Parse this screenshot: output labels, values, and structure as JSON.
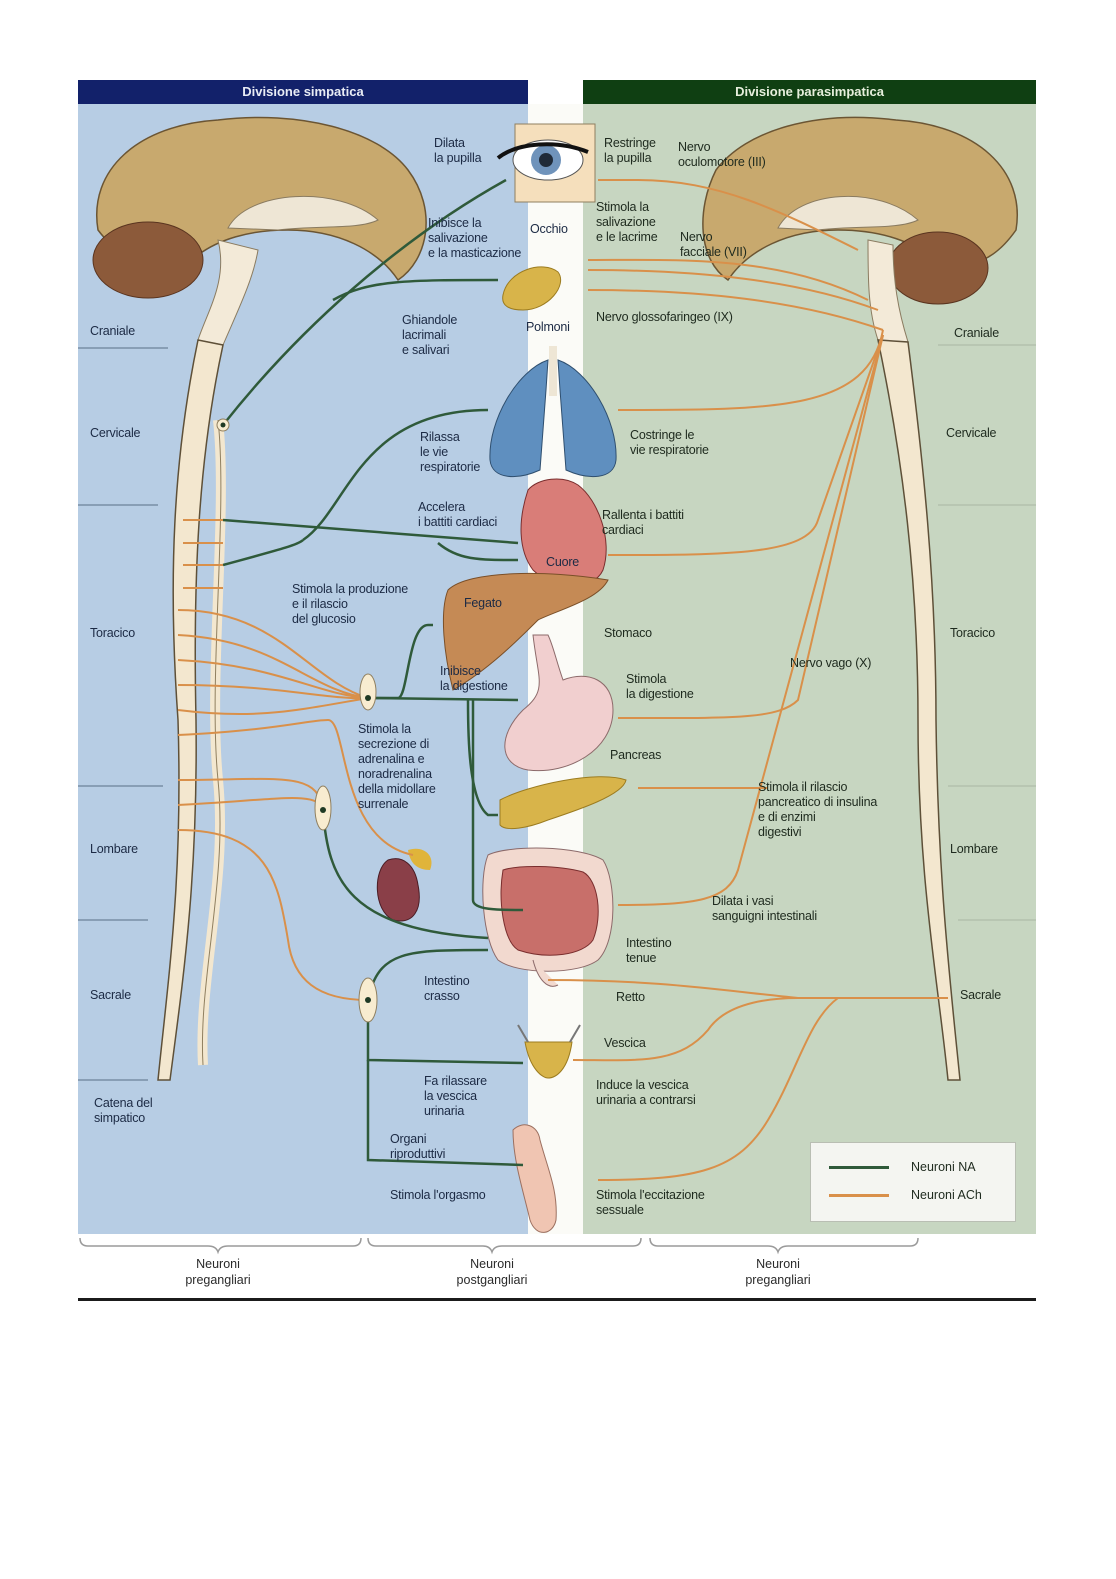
{
  "headers": {
    "sympathetic": "Divisione simpatica",
    "parasympathetic": "Divisione parasimpatica"
  },
  "spinal_regions_left": [
    "Craniale",
    "Cervicale",
    "Toracico",
    "Lombare",
    "Sacrale"
  ],
  "spinal_regions_right": [
    "Craniale",
    "Cervicale",
    "Toracico",
    "Lombare",
    "Sacrale"
  ],
  "sympathetic_labels": {
    "eye_effect": "Dilata\nla pupilla",
    "salivation_effect": "Inibisce la\nsalivazione\ne la masticazione",
    "glands": "Ghiandole\nlacrimali\ne salivari",
    "airways_effect": "Rilassa\nle vie\nrespiratorie",
    "heart_effect": "Accelera\ni battiti cardiaci",
    "glucose_effect": "Stimola la produzione\ne il rilascio\ndel glucosio",
    "digestion_effect": "Inibisce\nla digestione",
    "adrenal_effect": "Stimola la\nsecrezione di\nadrenalina e\nnoradrenalina\ndella midollare\nsurrenale",
    "large_intestine": "Intestino\ncrasso",
    "bladder_effect": "Fa rilassare\nla vescica\nurinaria",
    "reproductive_organs": "Organi\nriproduttivi",
    "orgasm_effect": "Stimola l'orgasmo",
    "chain": "Catena del\nsimpatico"
  },
  "organ_labels": {
    "eye": "Occhio",
    "lungs": "Polmoni",
    "heart": "Cuore",
    "liver": "Fegato",
    "stomach": "Stomaco",
    "pancreas": "Pancreas",
    "small_intestine": "Intestino\ntenue",
    "rectum": "Retto",
    "bladder": "Vescica"
  },
  "parasympathetic_labels": {
    "eye_effect": "Restringe\nla pupilla",
    "oculomotor": "Nervo\noculomotore (III)",
    "saliva_effect": "Stimola la\nsalivazione\ne le lacrime",
    "facial": "Nervo\nfacciale (VII)",
    "glossopharyngeal": "Nervo glossofaringeo (IX)",
    "airways_effect": "Costringe le\nvie respiratorie",
    "heart_effect": "Rallenta i battiti\ncardiaci",
    "vagus": "Nervo vago (X)",
    "digestion_effect": "Stimola\nla digestione",
    "pancreas_effect": "Stimola il rilascio\npancreatico di insulina\ne di enzimi\ndigestivi",
    "intestine_effect": "Dilata i vasi\nsanguigni intestinali",
    "bladder_effect": "Induce la vescica\nurinaria a contrarsi",
    "sexual_effect": "Stimola l'eccitazione\nsessuale"
  },
  "legend": [
    {
      "label": "Neuroni NA",
      "color": "#2f5a3a"
    },
    {
      "label": "Neuroni ACh",
      "color": "#d9904a"
    }
  ],
  "bottom_braces": [
    "Neuroni\npregangliari",
    "Neuroni\npostgangliari",
    "Neuroni\npregangliari"
  ],
  "colors": {
    "sympathetic_panel": "#b7cde4",
    "parasympathetic_panel": "#c7d6c1",
    "sympathetic_header": "#12216a",
    "parasympathetic_header": "#0f3f12",
    "na_neuron": "#2f5a3a",
    "ach_neuron": "#d9904a"
  }
}
